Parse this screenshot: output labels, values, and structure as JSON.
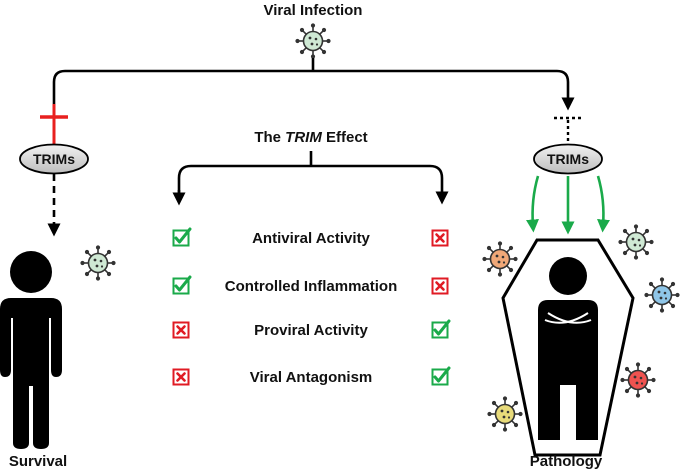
{
  "title": "Viral Infection",
  "effect_title": {
    "prefix": "The ",
    "italic": "TRIM",
    "suffix": " Effect"
  },
  "trims_left": "TRIMs",
  "trims_right": "TRIMs",
  "outcome_left": "Survival",
  "outcome_right": "Pathology",
  "effects": [
    {
      "label": "Antiviral Activity",
      "survival": "check",
      "pathology": "cross"
    },
    {
      "label": "Controlled Inflammation",
      "survival": "check",
      "pathology": "cross"
    },
    {
      "label": "Proviral Activity",
      "survival": "cross",
      "pathology": "check"
    },
    {
      "label": "Viral Antagonism",
      "survival": "cross",
      "pathology": "check"
    }
  ],
  "colors": {
    "inhibit": "#e8201f",
    "activate": "#1aaa4a",
    "check": "#1aaa4a",
    "cross": "#e01b24",
    "virus_green": "#cfe9d4",
    "virus_orange": "#f0a878",
    "virus_blue": "#8fc6e8",
    "virus_red": "#ef5350",
    "virus_yellow": "#e8db7a"
  }
}
